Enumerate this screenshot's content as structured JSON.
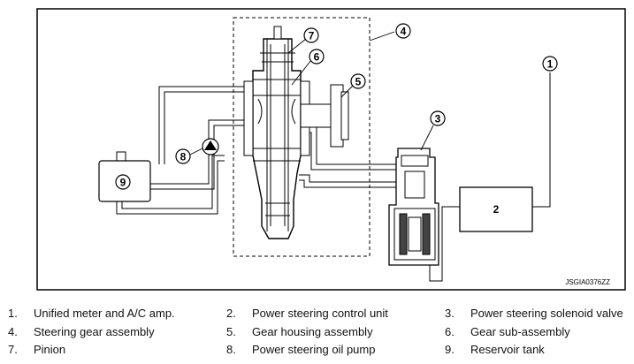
{
  "figure": {
    "code": "JSGIA0376ZZ",
    "callouts": [
      "1",
      "2",
      "3",
      "4",
      "5",
      "6",
      "7",
      "8",
      "9"
    ]
  },
  "legend": [
    {
      "num": "1.",
      "label": "Unified meter and A/C amp."
    },
    {
      "num": "2.",
      "label": "Power steering control unit"
    },
    {
      "num": "3.",
      "label": "Power steering solenoid valve"
    },
    {
      "num": "4.",
      "label": "Steering gear assembly"
    },
    {
      "num": "5.",
      "label": "Gear housing assembly"
    },
    {
      "num": "6.",
      "label": "Gear sub-assembly"
    },
    {
      "num": "7.",
      "label": "Pinion"
    },
    {
      "num": "8.",
      "label": "Power steering oil pump"
    },
    {
      "num": "9.",
      "label": "Reservoir tank"
    }
  ]
}
